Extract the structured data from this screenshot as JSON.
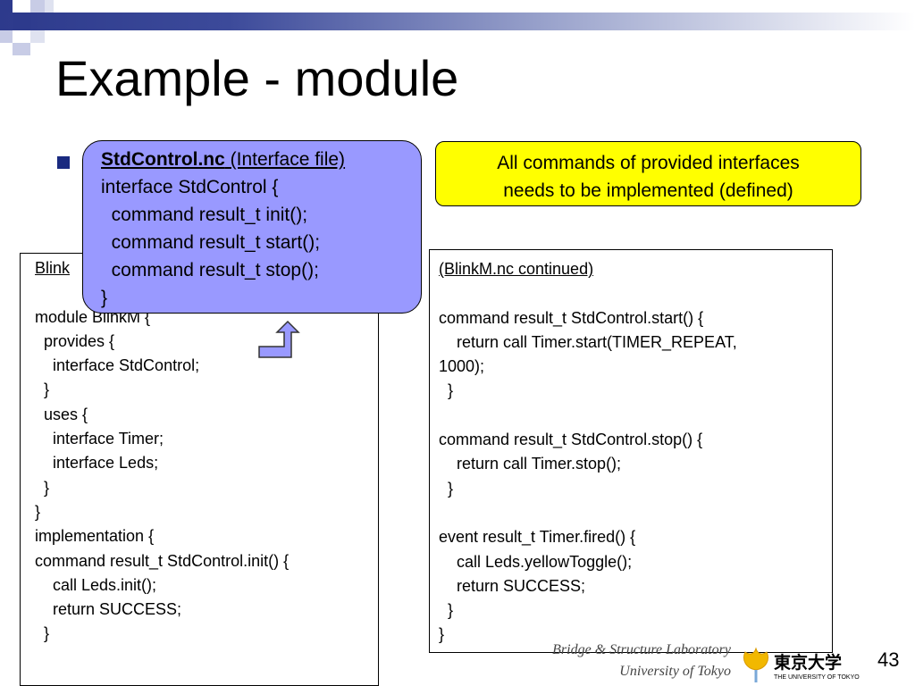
{
  "slide": {
    "title": "Example - module",
    "page_number": "43"
  },
  "left_box": {
    "header_visible": "Blink",
    "lines": [
      "module BlinkM {",
      "  provides {",
      "    interface StdControl;",
      "  }",
      "  uses {",
      "    interface Timer;",
      "    interface Leds;",
      "  }",
      "}",
      "implementation {",
      "command result_t StdControl.init() {",
      "    call Leds.init();",
      "    return SUCCESS;",
      "  }"
    ]
  },
  "right_box": {
    "header": "(BlinkM.nc continued)",
    "lines": [
      "",
      "command result_t StdControl.start() {",
      "    return call Timer.start(TIMER_REPEAT,",
      "1000);",
      "  }",
      "",
      "command result_t StdControl.stop() {",
      "    return call Timer.stop();",
      "  }",
      "",
      "event result_t Timer.fired() {",
      "    call Leds.yellowToggle();",
      "    return SUCCESS;",
      "  }",
      "}"
    ]
  },
  "interface_box": {
    "filename": "StdControl.nc",
    "file_type": " (Interface file)",
    "lines": [
      "interface StdControl {",
      "  command result_t init();",
      "  command result_t start();",
      "  command result_t stop();",
      "}"
    ],
    "fill_color": "#9999ff"
  },
  "note_box": {
    "text_line1": "All commands of provided interfaces",
    "text_line2": "needs to be implemented (defined)",
    "fill_color": "#ffff00"
  },
  "footer": {
    "lab": "Bridge & Structure Laboratory",
    "university": "University of Tokyo",
    "logo_text": "東京大学",
    "logo_subtext": "THE UNIVERSITY OF TOKYO"
  },
  "colors": {
    "accent": "#2d3a8c",
    "bullet": "#1a2a80"
  }
}
